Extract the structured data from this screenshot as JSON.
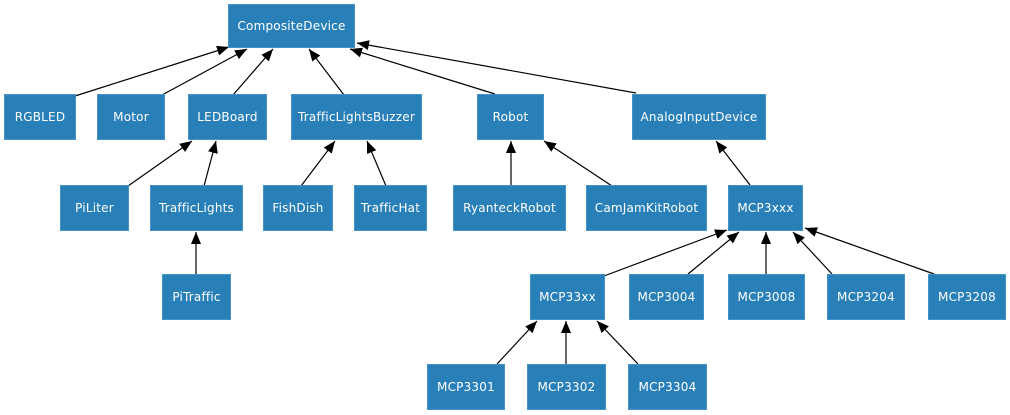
{
  "diagram": {
    "kind": "class-inheritance-diagram",
    "colors": {
      "node_fill": "#2980b9",
      "node_text": "#ffffff",
      "edge": "#000000",
      "background": "#ffffff"
    },
    "nodes": {
      "composite_device": {
        "label": "CompositeDevice"
      },
      "rgbled": {
        "label": "RGBLED"
      },
      "motor": {
        "label": "Motor"
      },
      "ledboard": {
        "label": "LEDBoard"
      },
      "traffic_lights_buzzer": {
        "label": "TrafficLightsBuzzer"
      },
      "robot": {
        "label": "Robot"
      },
      "analog_input_device": {
        "label": "AnalogInputDevice"
      },
      "piliter": {
        "label": "PiLiter"
      },
      "traffic_lights": {
        "label": "TrafficLights"
      },
      "fishdish": {
        "label": "FishDish"
      },
      "traffichat": {
        "label": "TrafficHat"
      },
      "ryanteck_robot": {
        "label": "RyanteckRobot"
      },
      "camjam_kit_robot": {
        "label": "CamJamKitRobot"
      },
      "mcp3xxx": {
        "label": "MCP3xxx"
      },
      "pitraffic": {
        "label": "PiTraffic"
      },
      "mcp33xx": {
        "label": "MCP33xx"
      },
      "mcp3004": {
        "label": "MCP3004"
      },
      "mcp3008": {
        "label": "MCP3008"
      },
      "mcp3204": {
        "label": "MCP3204"
      },
      "mcp3208": {
        "label": "MCP3208"
      },
      "mcp3301": {
        "label": "MCP3301"
      },
      "mcp3302": {
        "label": "MCP3302"
      },
      "mcp3304": {
        "label": "MCP3304"
      }
    },
    "edges": [
      {
        "from": "RGBLED",
        "to": "CompositeDevice"
      },
      {
        "from": "Motor",
        "to": "CompositeDevice"
      },
      {
        "from": "LEDBoard",
        "to": "CompositeDevice"
      },
      {
        "from": "TrafficLightsBuzzer",
        "to": "CompositeDevice"
      },
      {
        "from": "Robot",
        "to": "CompositeDevice"
      },
      {
        "from": "AnalogInputDevice",
        "to": "CompositeDevice"
      },
      {
        "from": "PiLiter",
        "to": "LEDBoard"
      },
      {
        "from": "TrafficLights",
        "to": "LEDBoard"
      },
      {
        "from": "FishDish",
        "to": "TrafficLightsBuzzer"
      },
      {
        "from": "TrafficHat",
        "to": "TrafficLightsBuzzer"
      },
      {
        "from": "RyanteckRobot",
        "to": "Robot"
      },
      {
        "from": "CamJamKitRobot",
        "to": "Robot"
      },
      {
        "from": "MCP3xxx",
        "to": "AnalogInputDevice"
      },
      {
        "from": "PiTraffic",
        "to": "TrafficLights"
      },
      {
        "from": "MCP33xx",
        "to": "MCP3xxx"
      },
      {
        "from": "MCP3004",
        "to": "MCP3xxx"
      },
      {
        "from": "MCP3008",
        "to": "MCP3xxx"
      },
      {
        "from": "MCP3204",
        "to": "MCP3xxx"
      },
      {
        "from": "MCP3208",
        "to": "MCP3xxx"
      },
      {
        "from": "MCP3301",
        "to": "MCP33xx"
      },
      {
        "from": "MCP3302",
        "to": "MCP33xx"
      },
      {
        "from": "MCP3304",
        "to": "MCP33xx"
      }
    ]
  }
}
